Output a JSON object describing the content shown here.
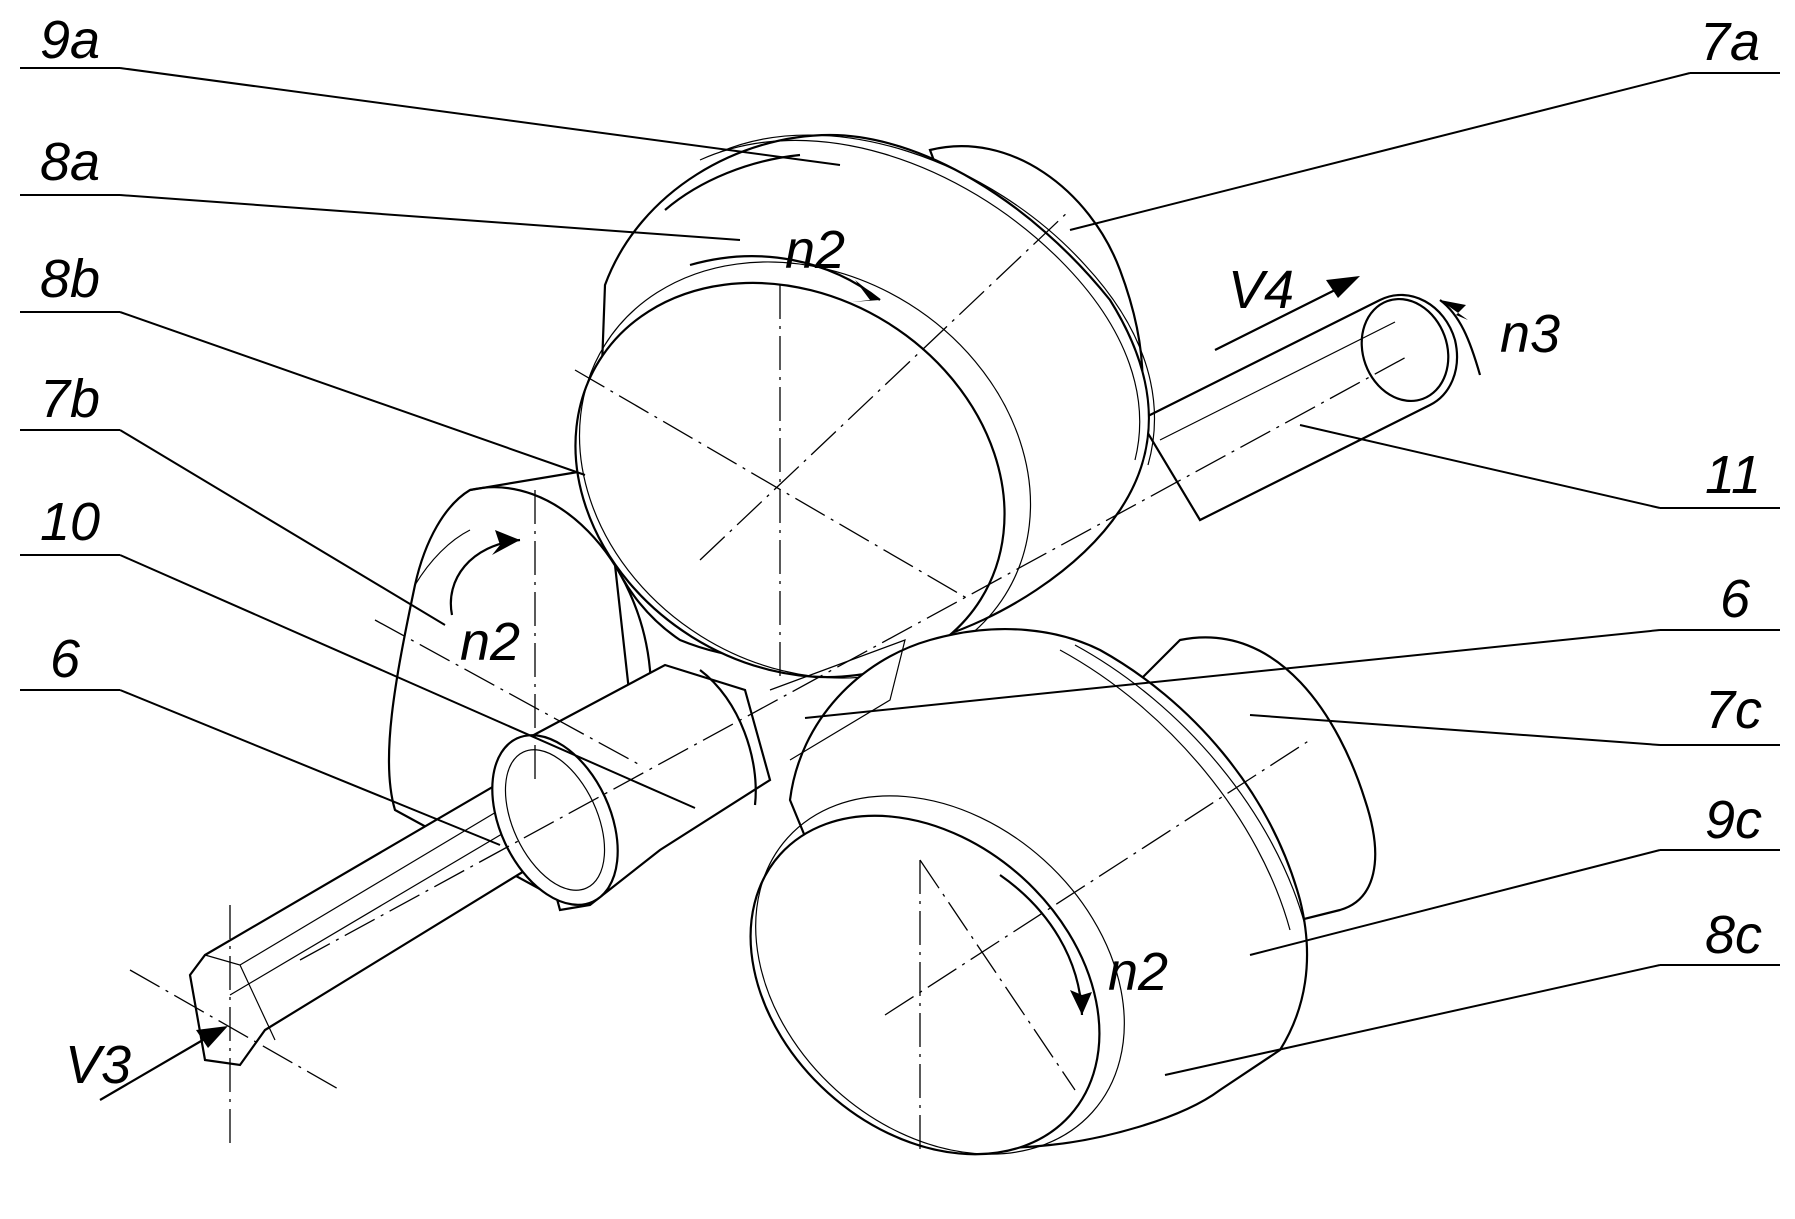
{
  "labels": {
    "l_9a": "9a",
    "l_8a": "8a",
    "l_8b": "8b",
    "l_7b": "7b",
    "l_10": "10",
    "l_6_left": "6",
    "l_7a": "7a",
    "l_11": "11",
    "l_6_right": "6",
    "l_7c": "7c",
    "l_9c": "9c",
    "l_8c": "8c",
    "n2_top": "n2",
    "n2_left": "n2",
    "n2_bottom": "n2",
    "n3": "n3",
    "v4": "V4",
    "v3": "V3"
  }
}
